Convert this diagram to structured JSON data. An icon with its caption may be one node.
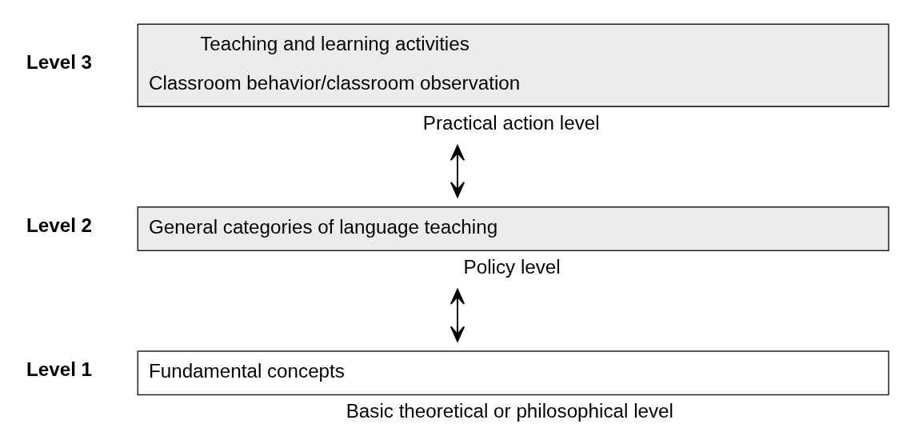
{
  "diagram": {
    "nodes": [
      {
        "text": [
          "Teaching and learning activities",
          "Classroom behavior/classroom observation"
        ],
        "beside": [
          "Level 3",
          "Practical action level"
        ]
      },
      {
        "text": [
          "General categories of language teaching"
        ],
        "beside": [
          "Level 2",
          "Policy level"
        ]
      },
      {
        "text": [
          "Fundamental concepts"
        ],
        "beside": [
          "Level 1",
          "Basic theoretical or philosophical level"
        ]
      }
    ],
    "edges": [
      {
        "from": 0,
        "to": 1,
        "arrow": "both"
      },
      {
        "from": 1,
        "to": 2,
        "arrow": "both"
      }
    ]
  }
}
